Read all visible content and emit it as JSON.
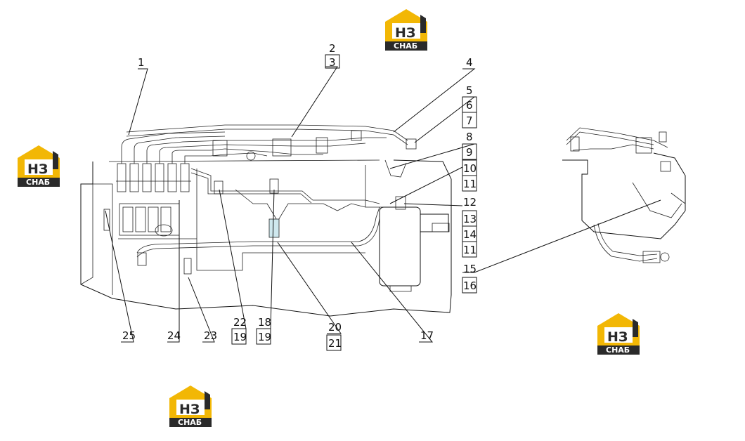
{
  "logo": {
    "letters": "НЗ",
    "caption": "СНАБ",
    "accent": "#f2b705",
    "dark": "#2a2a2a"
  },
  "callouts": {
    "c1": "1",
    "c2": "2",
    "c3": "3",
    "c4": "4",
    "c5": "5",
    "c6": "6",
    "c7": "7",
    "c8": "8",
    "c9": "9",
    "c10": "10",
    "c11a": "11",
    "c11b": "11",
    "c12": "12",
    "c13": "13",
    "c14": "14",
    "c15": "15",
    "c16": "16",
    "c17": "17",
    "c18": "18",
    "c19a": "19",
    "c19b": "19",
    "c20": "20",
    "c21": "21",
    "c22": "22",
    "c23": "23",
    "c24": "24",
    "c25": "25"
  }
}
